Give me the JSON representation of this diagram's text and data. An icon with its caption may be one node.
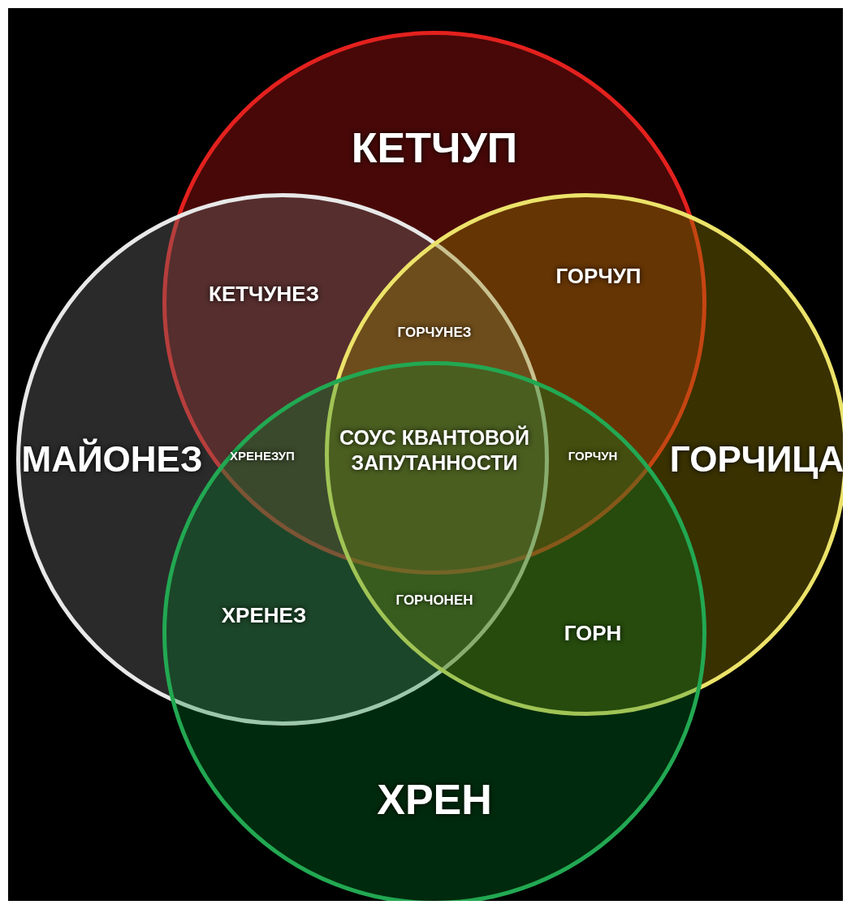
{
  "diagram": {
    "nodes": [
      {
        "text": [
          "КЕТЧУП"
        ]
      },
      {
        "text": [
          "МАЙОНЕЗ"
        ]
      },
      {
        "text": [
          "ГОРЧИЦА"
        ]
      },
      {
        "text": [
          "ХРЕН"
        ]
      }
    ],
    "labels": [
      "КЕТЧУНЕЗ",
      "ГОРЧУП",
      "ГОРЧУНЕЗ",
      "ХРЕНЕЗУП",
      "СОУС КВАНТОВОЙ ЗАПУТАННОСТИ",
      "ГОРЧУН",
      "ХРЕНЕЗ",
      "ГОРЧОНЕН",
      "ГОРН"
    ]
  }
}
